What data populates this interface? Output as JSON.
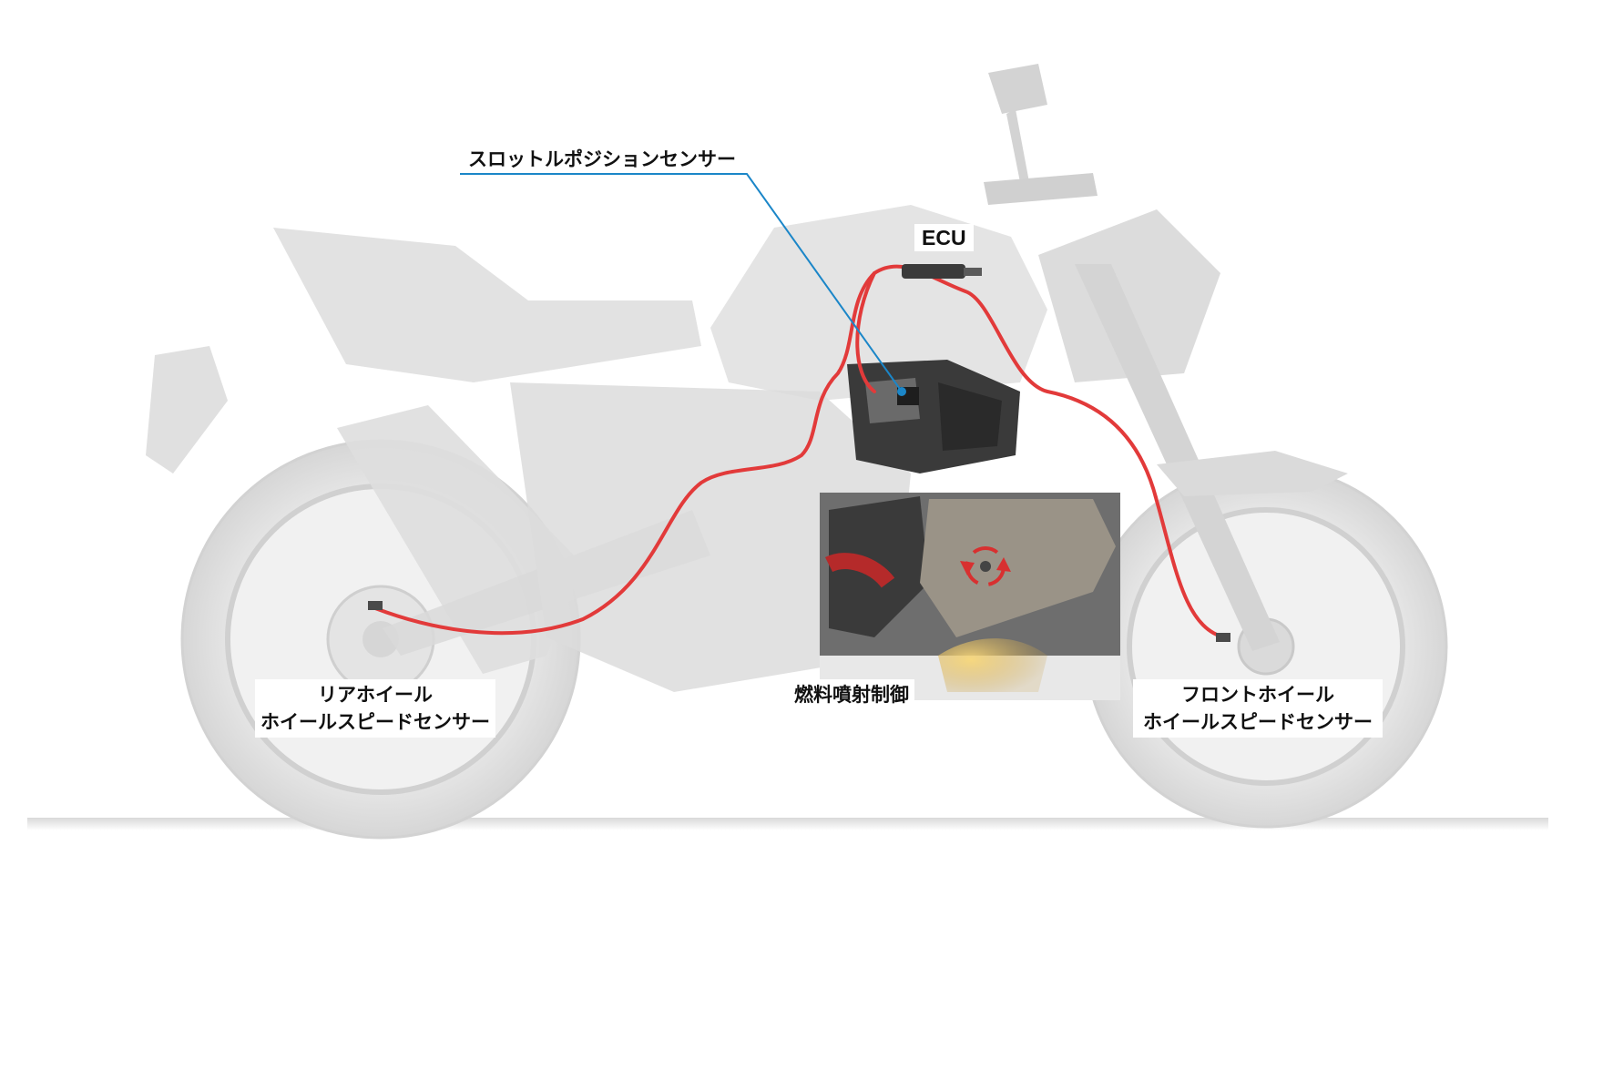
{
  "labels": {
    "throttle_position_sensor": "スロットルポジションセンサー",
    "ecu": "ECU",
    "rear_wheel_line1": "リアホイール",
    "rear_wheel_line2": "ホイールスピードセンサー",
    "fuel_injection": "燃料噴射制御",
    "front_wheel_line1": "フロントホイール",
    "front_wheel_line2": "ホイールスピードセンサー"
  },
  "colors": {
    "wiring": "#e23a3a",
    "leader_line": "#1b86c8",
    "ghost_body": "#dcdcdc",
    "engine_dark": "#3a3a3a",
    "inset_bg": "#6e6e6e",
    "fuel_spray": "#f2c24a"
  },
  "icons": {
    "rotation_arrows": "rotation-arrows-icon"
  }
}
